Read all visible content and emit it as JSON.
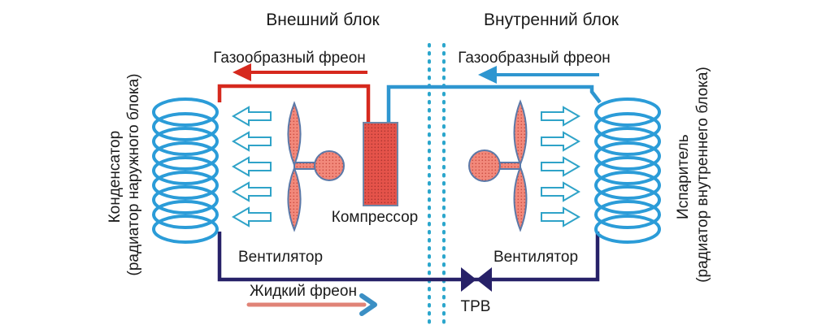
{
  "titles": {
    "outdoor": "Внешний блок",
    "indoor": "Внутренний блок"
  },
  "labels": {
    "gas_freon_left": "Газообразный фреон",
    "gas_freon_right": "Газообразный фреон",
    "liquid_freon": "Жидкий фреон",
    "compressor": "Компрессор",
    "fan_left": "Вентилятор",
    "fan_right": "Вентилятор",
    "valve": "ТРВ",
    "condenser_line1": "Конденсатор",
    "condenser_line2": "(радиатор наружного блока)",
    "evaporator_line1": "Испаритель",
    "evaporator_line2": "(радиатор внутреннего блока)"
  },
  "colors": {
    "hot_gas_pipe": "#d6291e",
    "cold_gas_pipe": "#2e96d0",
    "liquid_pipe": "#272168",
    "coil": "#2b9cd8",
    "air_arrow_outline": "#2fa3c8",
    "boundary_dots": "#2ba6cc",
    "fan_fill": "#f2897b",
    "compressor_fill": "#e5534a",
    "liquid_arrow_shaft": "#e08377",
    "liquid_arrow_head": "#3b8fc4",
    "text": "#1a1a1a"
  }
}
